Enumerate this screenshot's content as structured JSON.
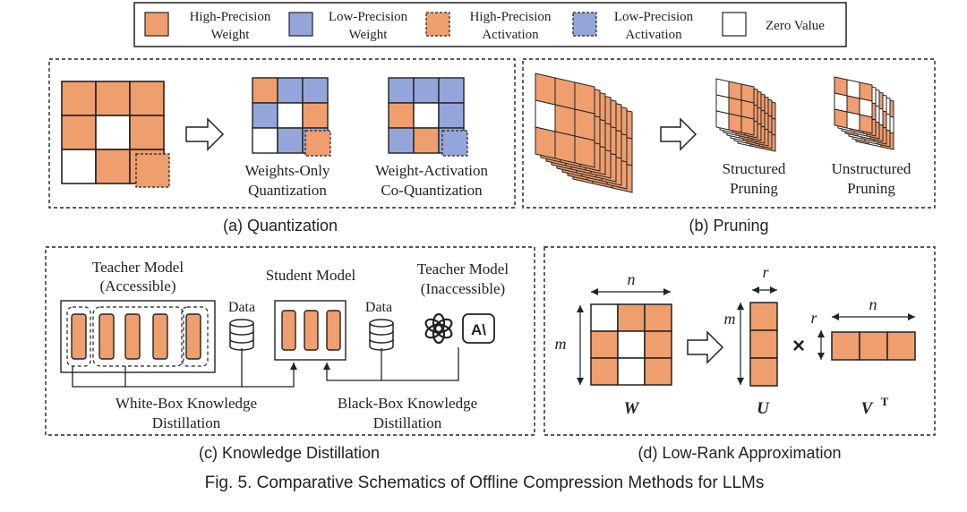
{
  "colors": {
    "high": "#ef9e6e",
    "low": "#94a6d9",
    "zero": "#ffffff",
    "stroke": "#222222"
  },
  "legend": {
    "items": [
      {
        "kind": "high",
        "line1": "High-Precision",
        "line2": "Weight",
        "dashed": false
      },
      {
        "kind": "low",
        "line1": "Low-Precision",
        "line2": "Weight",
        "dashed": false
      },
      {
        "kind": "high",
        "line1": "High-Precision",
        "line2": "Activation",
        "dashed": true
      },
      {
        "kind": "low",
        "line1": "Low-Precision",
        "line2": "Activation",
        "dashed": true
      },
      {
        "kind": "zero",
        "line1": "Zero Value",
        "line2": "",
        "dashed": false
      }
    ]
  },
  "quantization": {
    "caption": "(a) Quantization",
    "original_grid": [
      "high",
      "high",
      "high",
      "high",
      "zero",
      "high",
      "zero",
      "high",
      "high"
    ],
    "weights_only_grid": [
      "high",
      "low",
      "low",
      "low",
      "zero",
      "high",
      "zero",
      "low",
      "low"
    ],
    "weight_act_grid": [
      "low",
      "low",
      "low",
      "high",
      "zero",
      "low",
      "low",
      "high",
      "low"
    ],
    "weights_only_label1": "Weights-Only",
    "weights_only_label2": "Quantization",
    "weight_act_label1": "Weight-Activation",
    "weight_act_label2": "Co-Quantization"
  },
  "pruning": {
    "caption": "(b) Pruning",
    "structured_label1": "Structured",
    "structured_label2": "Pruning",
    "unstructured_label1": "Unstructured",
    "unstructured_label2": "Pruning"
  },
  "distillation": {
    "caption": "(c) Knowledge Distillation",
    "teacher_acc1": "Teacher Model",
    "teacher_acc2": "(Accessible)",
    "student": "Student Model",
    "teacher_inacc1": "Teacher Model",
    "teacher_inacc2": "(Inaccessible)",
    "data1": "Data",
    "data2": "Data",
    "white_box1": "White-Box Knowledge",
    "white_box2": "Distillation",
    "black_box1": "Black-Box Knowledge",
    "black_box2": "Distillation",
    "logo2_text": "A\\"
  },
  "lowrank": {
    "caption": "(d) Low-Rank Approximation",
    "w_grid": [
      "zero",
      "high",
      "high",
      "high",
      "zero",
      "high",
      "high",
      "zero",
      "high"
    ],
    "n": "n",
    "m": "m",
    "r": "r",
    "times": "×",
    "W": "W",
    "U": "U",
    "V": "V",
    "T": "T"
  },
  "figure_caption": "Fig. 5.  Comparative Schematics of Offline Compression Methods for LLMs"
}
